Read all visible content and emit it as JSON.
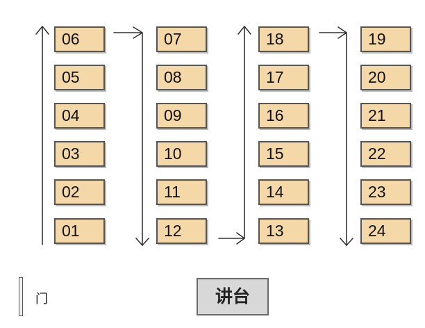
{
  "seats": [
    [
      "06",
      "05",
      "04",
      "03",
      "02",
      "01"
    ],
    [
      "07",
      "08",
      "09",
      "10",
      "11",
      "12"
    ],
    [
      "18",
      "17",
      "16",
      "15",
      "14",
      "13"
    ],
    [
      "19",
      "20",
      "21",
      "22",
      "23",
      "24"
    ]
  ],
  "door_label": "门",
  "podium_label": "讲台",
  "colors": {
    "seat_fill": "#f5d8a8",
    "seat_border": "#555555",
    "arrow": "#333333",
    "podium_fill": "#d8d8d8"
  }
}
